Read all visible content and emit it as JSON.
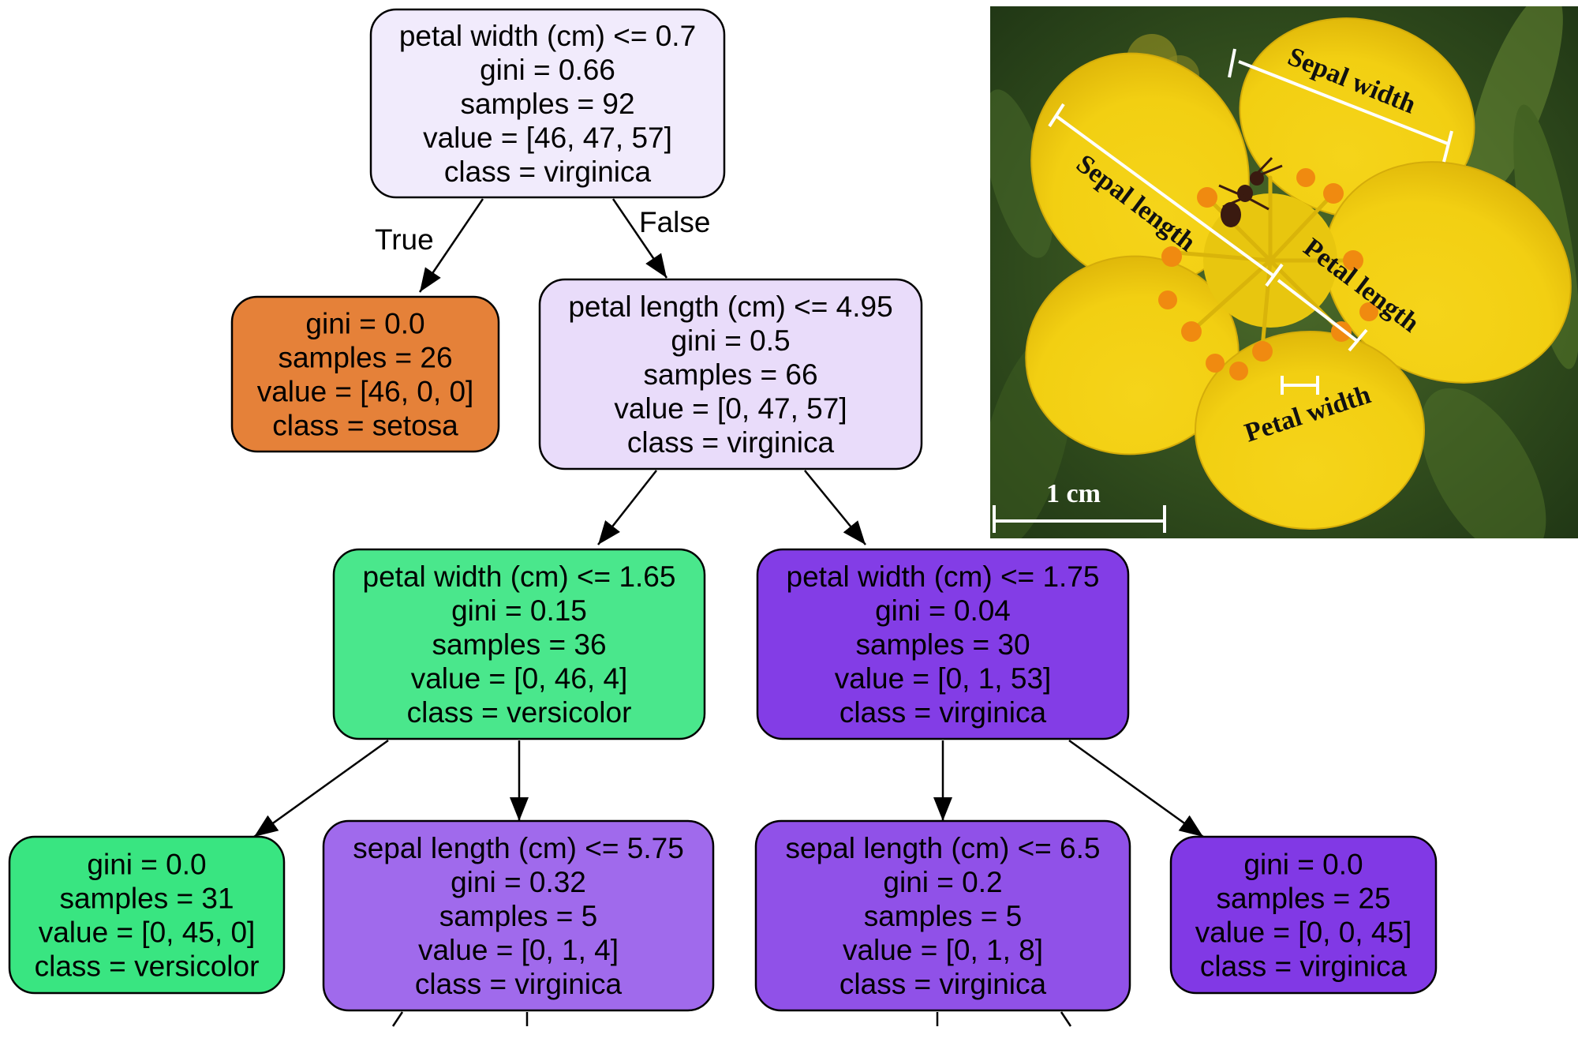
{
  "tree": {
    "edge_labels": {
      "true_label": "True",
      "false_label": "False"
    },
    "nodes": {
      "root": {
        "lines": [
          "petal width (cm) <= 0.7",
          "gini = 0.66",
          "samples = 92",
          "value = [46, 47, 57]",
          "class = virginica"
        ],
        "fill": "#f1ebfc"
      },
      "setosa_leaf": {
        "lines": [
          "gini = 0.0",
          "samples = 26",
          "value = [46, 0, 0]",
          "class = setosa"
        ],
        "fill": "#e58139"
      },
      "petal_length_split": {
        "lines": [
          "petal length (cm) <= 4.95",
          "gini = 0.5",
          "samples = 66",
          "value = [0, 47, 57]",
          "class = virginica"
        ],
        "fill": "#e9dcfa"
      },
      "petal_width_split_left": {
        "lines": [
          "petal width (cm) <= 1.65",
          "gini = 0.15",
          "samples = 36",
          "value = [0, 46, 4]",
          "class = versicolor"
        ],
        "fill": "#4ae78c"
      },
      "petal_width_split_right": {
        "lines": [
          "petal width (cm) <= 1.75",
          "gini = 0.04",
          "samples = 30",
          "value = [0, 1, 53]",
          "class = virginica"
        ],
        "fill": "#833de6"
      },
      "versicolor_leaf": {
        "lines": [
          "gini = 0.0",
          "samples = 31",
          "value = [0, 45, 0]",
          "class = versicolor"
        ],
        "fill": "#39e581"
      },
      "sepal_length_split_a": {
        "lines": [
          "sepal length (cm) <= 5.75",
          "gini = 0.32",
          "samples = 5",
          "value = [0, 1, 4]",
          "class = virginica"
        ],
        "fill": "#a06aec"
      },
      "sepal_length_split_b": {
        "lines": [
          "sepal length (cm) <= 6.5",
          "gini = 0.2",
          "samples = 5",
          "value = [0, 1, 8]",
          "class = virginica"
        ],
        "fill": "#9051e8"
      },
      "virginica_leaf": {
        "lines": [
          "gini = 0.0",
          "samples = 25",
          "value = [0, 0, 45]",
          "class = virginica"
        ],
        "fill": "#8139e5"
      }
    }
  },
  "photo": {
    "labels": {
      "sepal_width": "Sepal width",
      "sepal_length": "Sepal length",
      "petal_length": "Petal length",
      "petal_width": "Petal width",
      "scale": "1 cm"
    }
  }
}
